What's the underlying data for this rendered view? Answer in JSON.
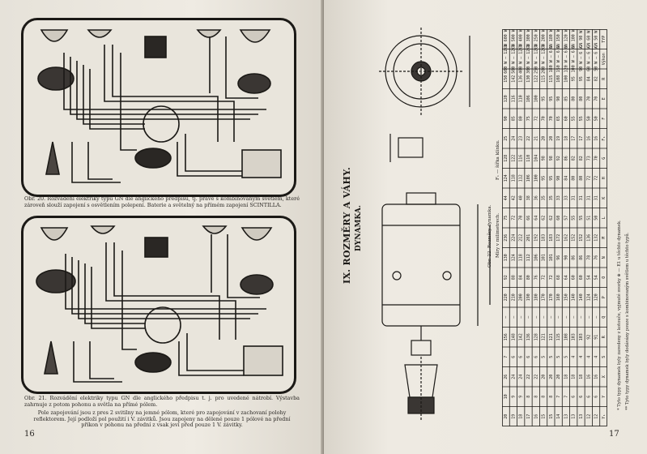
{
  "left_page": {
    "caption1": "Obr. 20. Rozvádění elektriky typu GN dle anglického předpisu, tj. pravé s kombinovaným světlem, které zároveň slouží zapojení s osvětlením polepení. Baterie a světelný na přímém zapojení SCINTILLA.",
    "caption2a": "Obr. 21. Rozvádění elektriky typu GN dle anglického předpisu t. j. pro uvedené nátrobí. Výstavba zahrnuje z potom pohonu a světla na přímé pólem.",
    "caption2b": "Pole zapojování jsou z pres 2 svitilny na jemné pólom, které pro zapojování v zachovaní polohy reflektorem. Její podloží pol použití i V. závitků. Jsou zapojeny na dělené pouze 1 pólové na přední příkon v pohonu na přední z vsak jeví před pouze 1 V. závitky.",
    "page_number": "16"
  },
  "right_page": {
    "title": "IX. ROZMĚRY A VÁHY.",
    "subtitle": "DYNAMKA.",
    "fig_caption": "Obr. 22. Rozměry dynamka.",
    "fig_note": "Míry v milimetrech.",
    "f1_note": "F₁ — šířka klínku.",
    "page_number": "17",
    "footnote1": "* Tyto typy dynamek byly zavedeny z kotouče, vyjmuté svorky ⊕ — E1 u těchto dynamek.",
    "footnote2": "** Tyto typy dynamek byly dodávány pouze s kombinovaným světlem u těchto typů."
  },
  "dims_table": {
    "headers": [
      "TYP",
      "Výkon",
      "R",
      "E",
      "F",
      "F₁",
      "G",
      "H",
      "K",
      "L",
      "M",
      "N",
      "O",
      "P",
      "Q",
      "R",
      "S",
      "X",
      "Y",
      "Y₁"
    ],
    "rows": [
      [
        "GN 50 W",
        "50 W — 6 V",
        "82",
        "70",
        "50",
        "16",
        "70",
        "72",
        "31",
        "50",
        "132",
        "76",
        "54",
        "120",
        "—",
        "91",
        "4",
        "16",
        "6",
        "12"
      ],
      [
        "GN 60 W",
        "60 W — 6 V",
        "84",
        "70",
        "50",
        "16",
        "73",
        "72",
        "31",
        "51",
        "136",
        "78",
        "54",
        "124",
        "—",
        "92",
        "4",
        "16",
        "6",
        "12"
      ],
      [
        "GN 90 W",
        "90 W — 6 V",
        "95",
        "80",
        "55",
        "17",
        "82",
        "80",
        "31",
        "55",
        "152",
        "86",
        "60",
        "140",
        "—",
        "103",
        "4",
        "18",
        "6",
        "13"
      ],
      [
        "GN 100 W",
        "100 W — 6 V",
        "95",
        "80",
        "55",
        "17",
        "82",
        "80",
        "31",
        "55",
        "152",
        "86",
        "60",
        "140",
        "—",
        "103",
        "4",
        "18",
        "6",
        "13"
      ],
      [
        "GN 120 W",
        "120 W — 6 V",
        "100",
        "85",
        "60",
        "18",
        "86",
        "84",
        "33",
        "57",
        "162",
        "90",
        "64",
        "150",
        "—",
        "108",
        "5",
        "18",
        "7",
        "13"
      ],
      [
        "GN 150 W",
        "150 W — 6 V",
        "108",
        "90",
        "65",
        "19",
        "92",
        "90",
        "33",
        "60",
        "172",
        "96",
        "68",
        "160",
        "—",
        "115",
        "5",
        "20",
        "7",
        "14"
      ],
      [
        "GN 180 W",
        "180 W — 6 V",
        "115",
        "95",
        "70",
        "20",
        "98",
        "95",
        "35",
        "62",
        "183",
        "101",
        "72",
        "170",
        "—",
        "121",
        "5",
        "20",
        "8",
        "15"
      ],
      [
        "GN 200 W",
        "200 W — 12 V",
        "115",
        "95",
        "70",
        "20",
        "98",
        "95",
        "35",
        "62",
        "183",
        "101",
        "72",
        "170",
        "—",
        "121",
        "5",
        "20",
        "8",
        "15"
      ],
      [
        "GN 250 W",
        "250 W — 12 V",
        "122",
        "100",
        "72",
        "21",
        "104",
        "100",
        "36",
        "64",
        "192",
        "106",
        "76",
        "180",
        "—",
        "128",
        "6",
        "22",
        "8",
        "16"
      ],
      [
        "GN 300 W",
        "300 W — 12 V",
        "130",
        "106",
        "75",
        "22",
        "110",
        "106",
        "38",
        "66",
        "201",
        "112",
        "80",
        "190",
        "—",
        "136",
        "6",
        "22",
        "8",
        "17"
      ],
      [
        "GN 400 W",
        "400 W — 12 V",
        "136",
        "110",
        "80",
        "23",
        "116",
        "112",
        "40",
        "70",
        "212",
        "118",
        "84",
        "200",
        "—",
        "142",
        "6",
        "24",
        "9",
        "18"
      ],
      [
        "GN 500 W",
        "500 W — 12 V",
        "142",
        "116",
        "85",
        "24",
        "122",
        "118",
        "42",
        "72",
        "224",
        "124",
        "88",
        "210",
        "—",
        "148",
        "6",
        "24",
        "9",
        "19"
      ],
      [
        "GN 600 W",
        "600 W — 12 V",
        "150",
        "120",
        "90",
        "25",
        "128",
        "124",
        "44",
        "75",
        "236",
        "130",
        "92",
        "220",
        "—",
        "156",
        "7",
        "26",
        "10",
        "20"
      ]
    ]
  },
  "colors": {
    "paper": "#ebe7df",
    "ink": "#1d1b18",
    "background": "#2a2623"
  }
}
